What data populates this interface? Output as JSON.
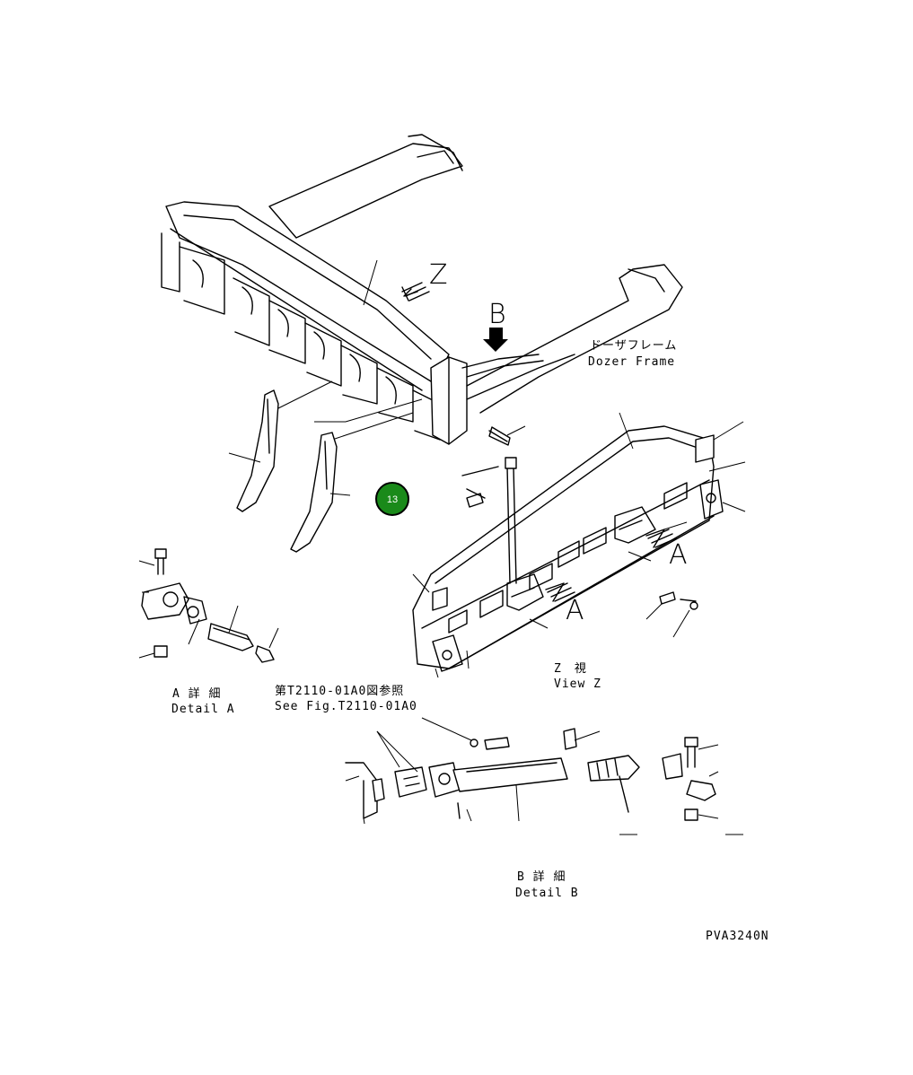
{
  "labels": {
    "dozer_frame_jp": "ドーザフレーム",
    "dozer_frame_en": "Dozer Frame",
    "view_z_jp": "Z　視",
    "view_z_en": "View Z",
    "detail_a_jp": "A 詳 細",
    "detail_a_en": "Detail A",
    "see_fig_jp": "第T2110-01A0図参照",
    "see_fig_en": "See Fig.T2110-01A0",
    "detail_b_jp": "B 詳 細",
    "detail_b_en": "Detail B",
    "drawing_code": "PVA3240N"
  },
  "view_letters": {
    "z": "Z",
    "b": "B",
    "a1": "A",
    "a2": "A"
  },
  "marker": {
    "number": "13",
    "color": "#1a8a1a"
  }
}
